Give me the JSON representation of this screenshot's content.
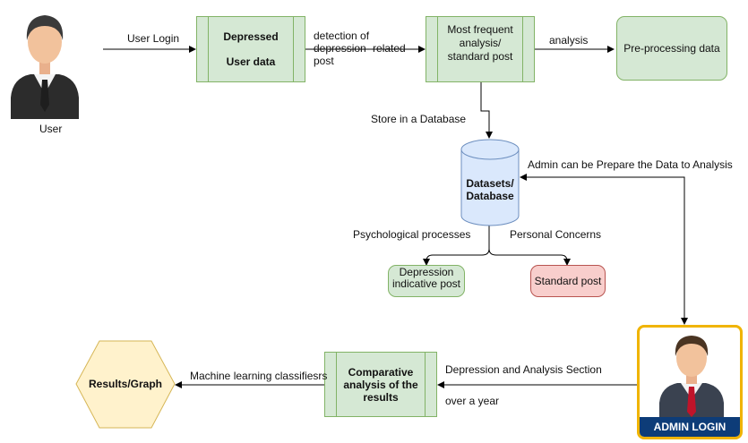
{
  "nodes": {
    "user_label": "User",
    "depressed_user_data": "Depressed User data",
    "most_frequent": "Most frequent analysis/ standard post",
    "preprocessing": "Pre-processing data",
    "database": "Datasets/ Database",
    "depression_post": "Depression indicative post",
    "standard_post": "Standard post",
    "admin_login": "ADMIN LOGIN",
    "comparative": "Comparative analysis of the results",
    "results": "Results/Graph"
  },
  "edges": {
    "user_login": "User Login",
    "detection": "detection of depression -related post",
    "analysis": "analysis",
    "store": "Store in a Database",
    "admin_prepare": "Admin can be Prepare the Data to Analysis",
    "psychological": "Psychological processes",
    "personal": "Personal Concerns",
    "depression_section": "Depression and Analysis Section",
    "over_year": "over a year",
    "ml_classifiers": "Machine learning classifiesrs"
  },
  "colors": {
    "green_fill": "#d5e8d4",
    "green_stroke": "#82b366",
    "red_fill": "#f8cecc",
    "red_stroke": "#b85450",
    "yellow_fill": "#fff2cc",
    "yellow_stroke": "#d6b656",
    "db_fill": "#dae8fc",
    "db_stroke": "#6c8ebf",
    "admin_border": "#f0b400",
    "admin_banner": "#0d3c78"
  },
  "icons": [
    "user-avatar-icon",
    "admin-avatar-icon"
  ]
}
